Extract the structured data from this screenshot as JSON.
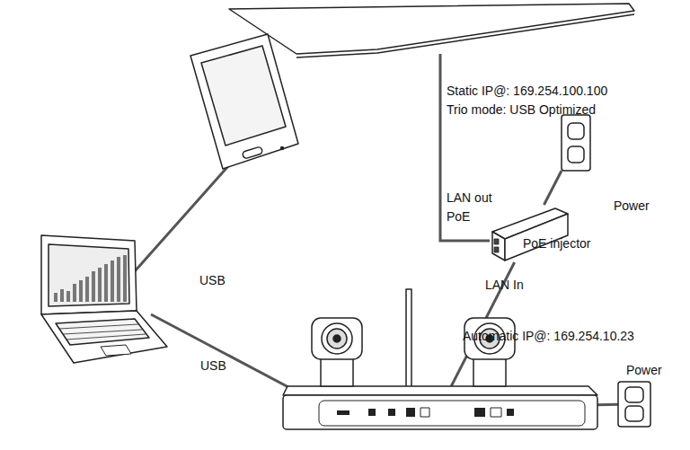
{
  "diagram": {
    "nodes": [
      {
        "text": [
          "Static IP@: 169.254.100.100",
          "Trio mode: USB Optimized"
        ]
      },
      {
        "text": [
          "Power"
        ]
      },
      {
        "text": [
          "PoE injector"
        ]
      },
      {
        "text": [
          "Automatic IP@: 169.254.10.23"
        ]
      },
      {
        "text": [
          "Power"
        ]
      }
    ],
    "edges": [
      {
        "from": 0,
        "to": 2,
        "label": "LAN out PoE",
        "arrow": "none"
      },
      {
        "from": 2,
        "to": 3,
        "label": "LAN In",
        "arrow": "none"
      },
      {
        "from": 2,
        "to": 1,
        "arrow": "none"
      },
      {
        "from": 3,
        "to": 4,
        "arrow": "none"
      }
    ],
    "labels": [
      "USB",
      "USB"
    ]
  }
}
